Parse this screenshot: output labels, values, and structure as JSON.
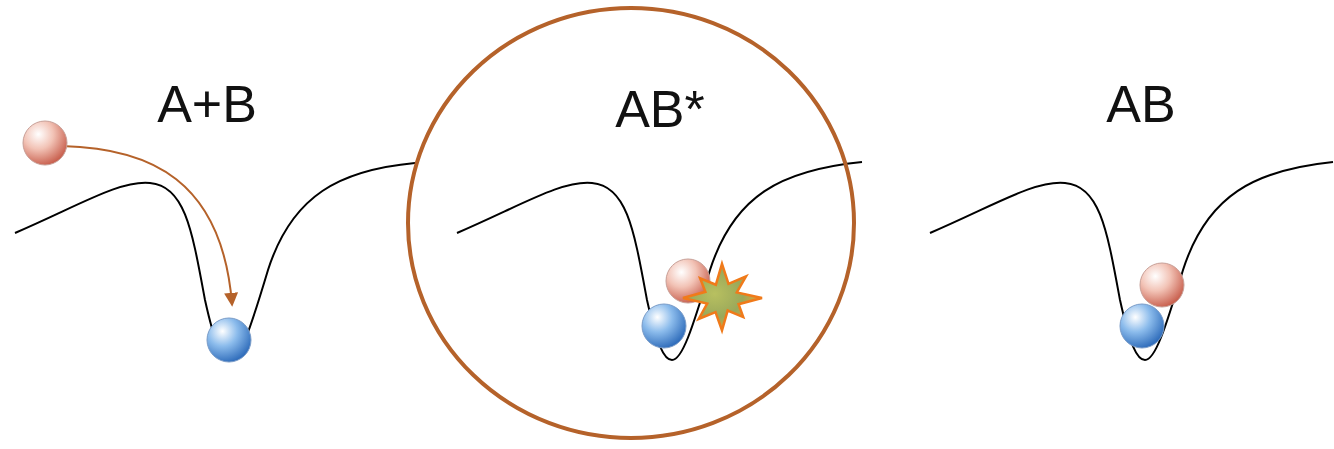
{
  "diagram": {
    "nodes": [
      {
        "text": [
          "AB*"
        ]
      }
    ],
    "labels": [
      "A+B",
      "AB"
    ]
  }
}
